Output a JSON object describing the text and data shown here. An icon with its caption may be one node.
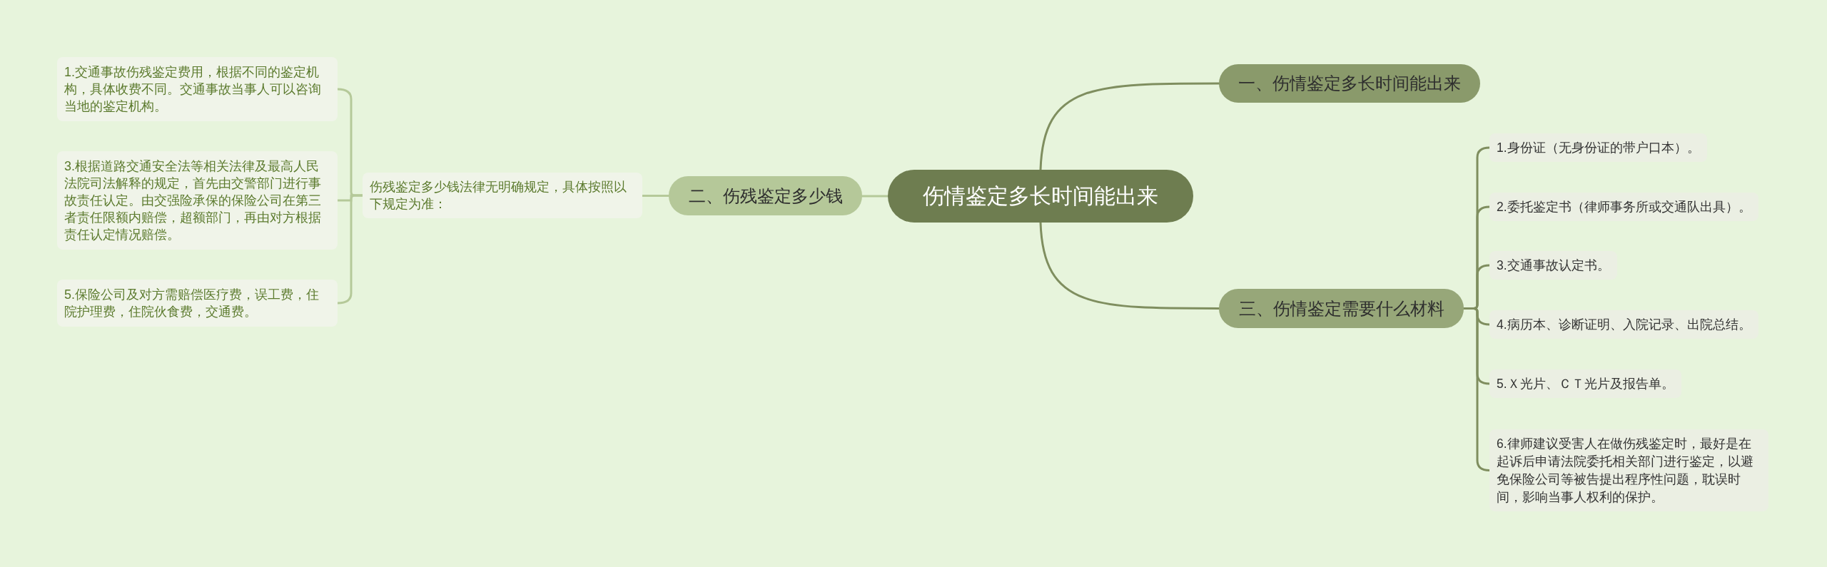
{
  "diagram": {
    "nodes": [
      {
        "text": [
          "伤情鉴定多长时间能出来"
        ]
      },
      {
        "text": [
          "一、伤情鉴定多长时间能出来"
        ]
      },
      {
        "text": [
          "二、伤残鉴定多少钱"
        ]
      },
      {
        "text": [
          "伤残鉴定多少钱法律无明确规定，具体按照以下规定为准："
        ]
      },
      {
        "text": [
          "1.交通事故伤残鉴定费用，根据不同的鉴定机构，具体收费不同。交通事故当事人可以咨询当地的鉴定机构。"
        ]
      },
      {
        "text": [
          "3.根据道路交通安全法等相关法律及最高人民法院司法解释的规定，首先由交警部门进行事故责任认定。由交强险承保的保险公司在第三者责任限额内赔偿，超额部门，再由对方根据责任认定情况赔偿。"
        ]
      },
      {
        "text": [
          "5.保险公司及对方需赔偿医疗费，误工费，住院护理费，住院伙食费，交通费。"
        ]
      },
      {
        "text": [
          "三、伤情鉴定需要什么材料"
        ]
      },
      {
        "text": [
          "1.身份证（无身份证的带户口本）。"
        ]
      },
      {
        "text": [
          "2.委托鉴定书（律师事务所或交通队出具）。"
        ]
      },
      {
        "text": [
          "3.交通事故认定书。"
        ]
      },
      {
        "text": [
          "4.病历本、诊断证明、入院记录、出院总结。"
        ]
      },
      {
        "text": [
          "5.Ｘ光片、ＣＴ光片及报告单。"
        ]
      },
      {
        "text": [
          "6.律师建议受害人在做伤残鉴定时，最好是在起诉后申请法院委托相关部门进行鉴定，以避免保险公司等被告提出程序性问题，耽误时间，影响当事人权利的保护。"
        ]
      }
    ],
    "edges": [
      {
        "from": 0,
        "to": 1,
        "arrow": "none"
      },
      {
        "from": 0,
        "to": 2,
        "arrow": "none",
        "color": "#b5c999"
      },
      {
        "from": 2,
        "to": 3,
        "arrow": "none",
        "color": "#b5c999"
      },
      {
        "from": 3,
        "to": 4,
        "arrow": "none",
        "color": "#b5c999"
      },
      {
        "from": 3,
        "to": 5,
        "arrow": "none",
        "color": "#b5c999"
      },
      {
        "from": 3,
        "to": 6,
        "arrow": "none",
        "color": "#b5c999"
      },
      {
        "from": 0,
        "to": 7,
        "arrow": "none"
      },
      {
        "from": 7,
        "to": 8,
        "arrow": "none"
      },
      {
        "from": 7,
        "to": 9,
        "arrow": "none"
      },
      {
        "from": 7,
        "to": 10,
        "arrow": "none"
      },
      {
        "from": 7,
        "to": 11,
        "arrow": "none"
      },
      {
        "from": 7,
        "to": 12,
        "arrow": "none"
      },
      {
        "from": 7,
        "to": 13,
        "arrow": "none"
      }
    ]
  }
}
